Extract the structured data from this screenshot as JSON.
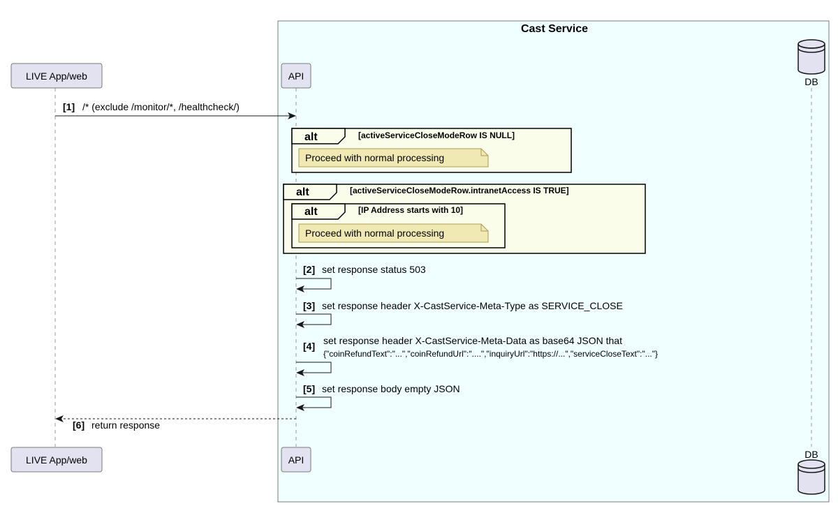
{
  "box": {
    "title": "Cast Service"
  },
  "participants": {
    "client": "LIVE App/web",
    "api": "API",
    "db": "DB"
  },
  "messages": [
    {
      "num": "[1]",
      "text": "/* (exclude /monitor/*, /healthcheck/)"
    },
    {
      "num": "[2]",
      "text": "set response status 503"
    },
    {
      "num": "[3]",
      "text": "set response header X-CastService-Meta-Type as SERVICE_CLOSE"
    },
    {
      "num": "[4]",
      "text": "set response header X-CastService-Meta-Data as base64 JSON that",
      "text2": "{\"coinRefundText\":\"...\",\"coinRefundUrl\":\"....\",\"inquiryUrl\":\"https://...\",\"serviceCloseText\":\"...\"}"
    },
    {
      "num": "[5]",
      "text": "set response body empty JSON"
    },
    {
      "num": "[6]",
      "text": "return response"
    }
  ],
  "fragments": {
    "alt_keyword": "alt",
    "alt1_condition": "[activeServiceCloseModeRow IS NULL]",
    "alt2_condition": "[activeServiceCloseModeRow.intranetAccess IS TRUE]",
    "alt3_condition": "[IP Address starts with 10]",
    "note_text": "Proceed with normal processing"
  },
  "colors": {
    "box_fill": "#f0ffff",
    "participant_fill": "#e2e2f0",
    "fragment_fill": "#fafdea",
    "note_fill": "#f1e9b3"
  }
}
